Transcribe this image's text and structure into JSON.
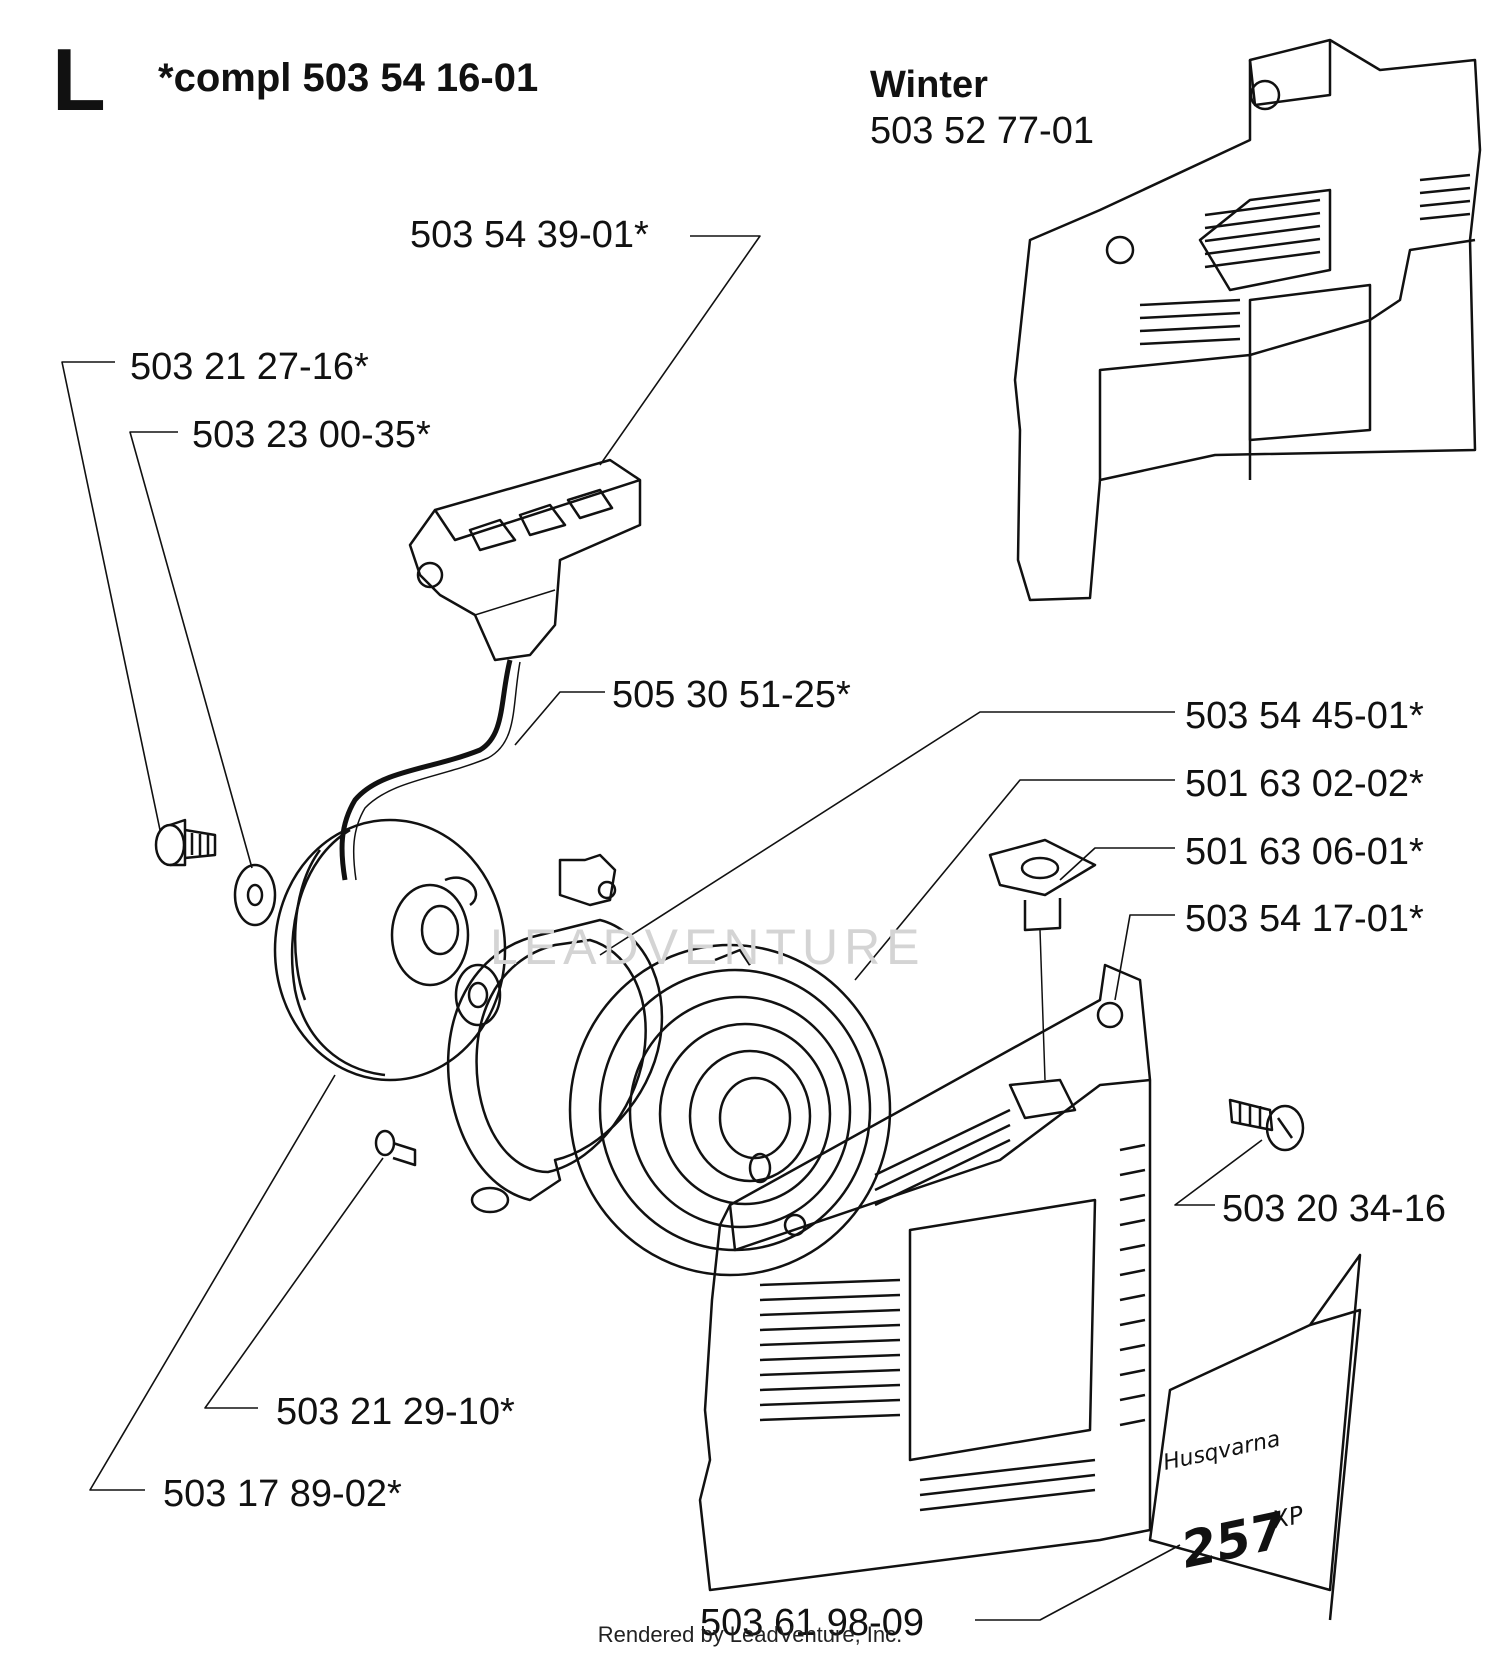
{
  "section": {
    "letter": "L",
    "complete_kit": "*compl 503 54 16-01"
  },
  "winter": {
    "title": "Winter",
    "part": "503 52 77-01"
  },
  "parts": [
    {
      "id": "p1",
      "label": "503 54 39-01*"
    },
    {
      "id": "p2",
      "label": "503 21 27-16*"
    },
    {
      "id": "p3",
      "label": "503 23 00-35*"
    },
    {
      "id": "p4",
      "label": "505 30 51-25*"
    },
    {
      "id": "p5",
      "label": "503 54 45-01*"
    },
    {
      "id": "p6",
      "label": "501 63 02-02*"
    },
    {
      "id": "p7",
      "label": "501 63 06-01*"
    },
    {
      "id": "p8",
      "label": "503 54 17-01*"
    },
    {
      "id": "p9",
      "label": "503 20 34-16"
    },
    {
      "id": "p10",
      "label": "503 21 29-10*"
    },
    {
      "id": "p11",
      "label": "503 17 89-02*"
    },
    {
      "id": "p12",
      "label": "503 61 98-09"
    }
  ],
  "decal": {
    "brand": "Husqvarna",
    "model": "257",
    "suffix": "XP"
  },
  "watermark": "LEADVENTURE",
  "footer": "Rendered by LeadVenture, Inc."
}
